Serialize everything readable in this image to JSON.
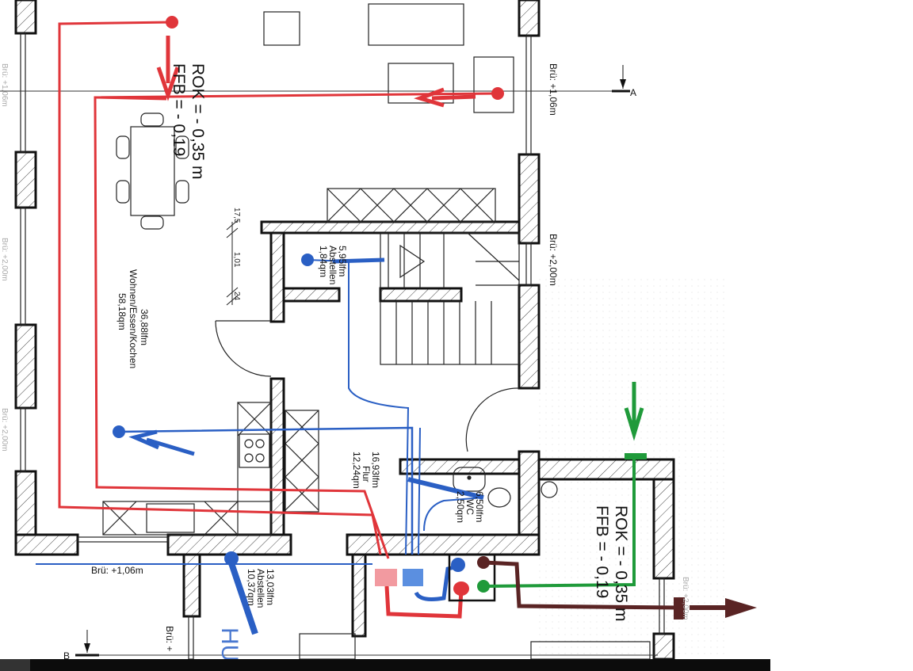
{
  "title_block_top": {
    "rok": "ROK = - 0,35 m",
    "ffb": "FFB = - 0,19"
  },
  "title_block_bottom": {
    "rok": "ROK = - 0,35 m",
    "ffb": "FFB = - 0,19"
  },
  "rooms": [
    {
      "lfm": "36,88lfm",
      "name": "Wohnen/Essen/Kochen",
      "area": "58,18qm"
    },
    {
      "lfm": "5,95lfm",
      "name": "Abstellen",
      "area": "1,84qm"
    },
    {
      "lfm": "16,93lfm",
      "name": "Flur",
      "area": "12,24qm"
    },
    {
      "lfm": "6,50lfm",
      "name": "WC",
      "area": "2,50qm"
    },
    {
      "lfm": "13,03lfm",
      "name": "Abstellen",
      "area": "10,37qm"
    }
  ],
  "window_labels": {
    "right_top": "Brü: +1,06m",
    "right_mid": "Brü: +2,00m",
    "right_bottom": "Brü: +2,00m",
    "left_top": "Brü: +1,06m",
    "left_mid": "Brü: +2,00m",
    "left_low": "Brü: +2,00m",
    "bottom_left": "Brü: +1,06m",
    "bottom_mid": "Brü: +"
  },
  "dimensions": {
    "d1": "17,5",
    "d2": "1,01",
    "d3": "24"
  },
  "section_markers": {
    "a": "A",
    "b": "B"
  },
  "handwriting": "HU",
  "colors": {
    "supply": "#e0353a",
    "extract": "#2a5fc4",
    "fresh_air": "#1f9a3a",
    "exhaust": "#5a2424"
  }
}
